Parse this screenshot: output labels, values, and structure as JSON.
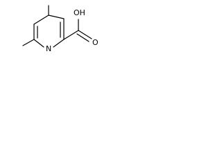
{
  "molecule": {
    "atoms": {
      "oh": "OH",
      "o": "O",
      "n": "N"
    },
    "colors": {
      "bond": "#000000",
      "label": "#000000",
      "background": "#ffffff"
    }
  }
}
